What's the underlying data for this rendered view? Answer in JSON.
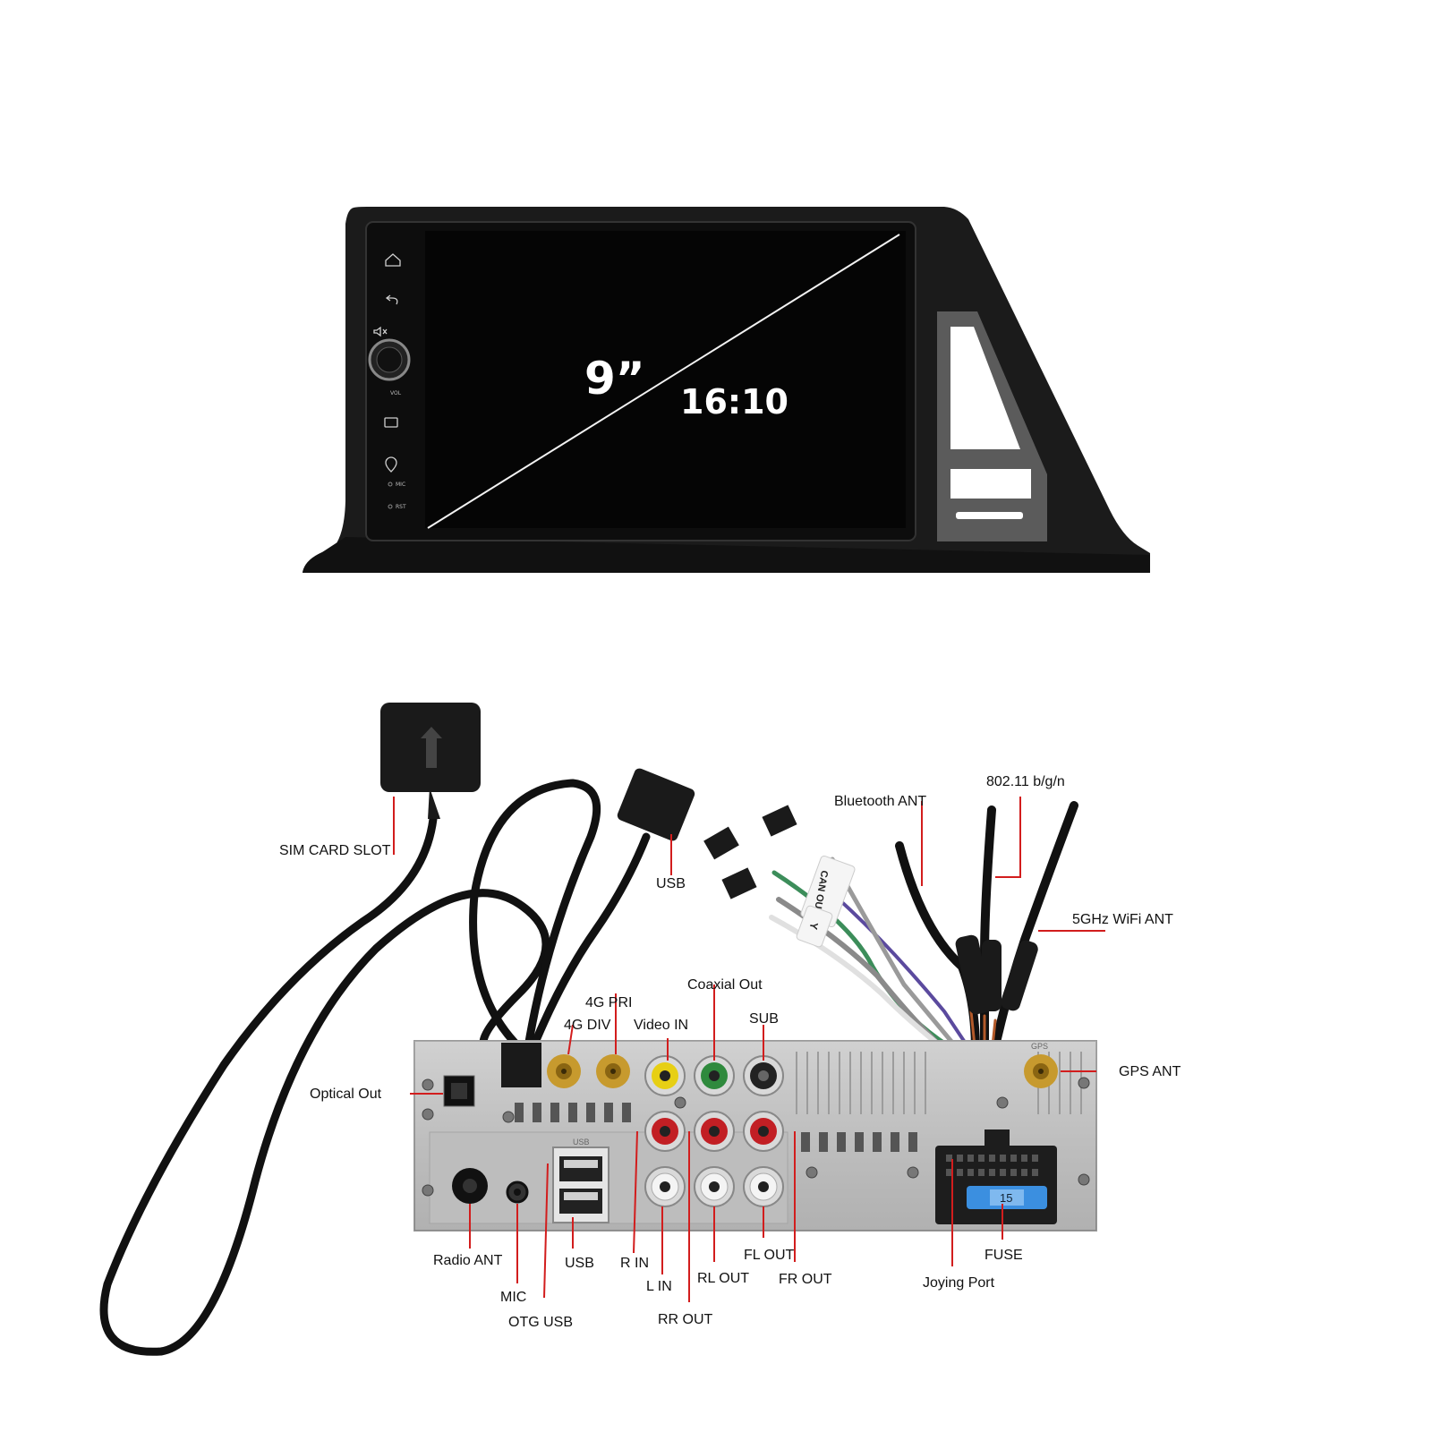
{
  "screen": {
    "size": "9”",
    "ratio": "16:10",
    "side_labels": {
      "vol": "VOL",
      "mic": "MIC",
      "rst": "RST"
    },
    "side_icons": [
      "home-icon",
      "back-icon",
      "mute-icon",
      "volume-knob",
      "radio-icon",
      "gps-icon"
    ]
  },
  "labels": {
    "sim": "SIM CARD SLOT",
    "usb_top": "USB",
    "bluetooth": "Bluetooth ANT",
    "wifi_std": "802.11 b/g/n",
    "wifi5": "5GHz WiFi ANT",
    "pri4g": "4G PRI",
    "div4g": "4G DIV",
    "video_in": "Video IN",
    "coaxial": "Coaxial Out",
    "sub": "SUB",
    "optical": "Optical Out",
    "gps": "GPS ANT",
    "radio": "Radio ANT",
    "mic": "MIC",
    "usb": "USB",
    "otg": "OTG USB",
    "r_in": "R IN",
    "l_in": "L IN",
    "rr_out": "RR OUT",
    "rl_out": "RL OUT",
    "fl_out": "FL OUT",
    "fr_out": "FR OUT",
    "fuse": "FUSE",
    "joying": "Joying Port"
  },
  "unit_marks": {
    "cable_tag1": "CAN OUT",
    "cable_tag2": "Y",
    "gps_mark": "GPS",
    "fuse_value": "15",
    "usb_mark": "USB"
  },
  "colors": {
    "bezel": "#1b1b1b",
    "screen": "#050505",
    "callout": "#d21d1d",
    "chassis": "#c9c9c9",
    "rca_red": "#c21f24",
    "rca_yellow": "#e7cf14",
    "rca_green": "#2f8a3d",
    "fuse": "#3b8fe0"
  }
}
